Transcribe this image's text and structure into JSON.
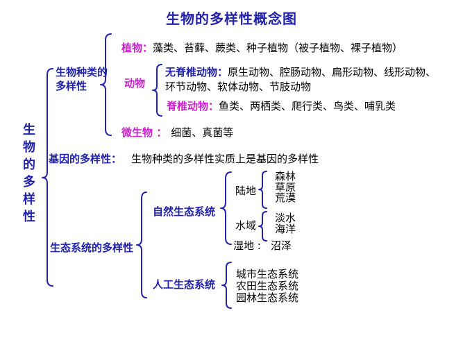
{
  "title": "生物的多样性概念图",
  "colors": {
    "label_blue": "#2222aa",
    "label_magenta": "#cc22cc",
    "content_black": "#000000"
  },
  "root_label": "生物的多样性",
  "branches": {
    "species": {
      "label_line1": "生物种类的",
      "label_line2": "多样性",
      "plants": {
        "label": "植物：",
        "content": "藻类、苔藓、蕨类、种子植物（被子植物、裸子植物）"
      },
      "animals": {
        "label": "动物",
        "invertebrates": {
          "label": "无脊椎动物：",
          "content": "原生动物、腔肠动物、扁形动物、线形动物、环节动物、软体动物、节肢动物"
        },
        "vertebrates": {
          "label": "脊椎动物：",
          "content": "鱼类、两栖类、爬行类、鸟类、哺乳类"
        }
      },
      "microbes": {
        "label": "微生物 ：",
        "content": "细菌、真菌等"
      }
    },
    "gene": {
      "label": "基因的多样性：",
      "content": "生物种类的多样性实质上是基因的多样性"
    },
    "ecosystem": {
      "label": "生态系统的多样性",
      "natural": {
        "label": "自然生态系统",
        "land": {
          "label": "陆地",
          "items": [
            "森林",
            "草原",
            "荒漠"
          ]
        },
        "water": {
          "label": "水域",
          "items": [
            "淡水",
            "海洋"
          ]
        },
        "wetland": {
          "label": "湿地 :",
          "content": "沼泽"
        }
      },
      "artificial": {
        "label": "人工生态系统",
        "items": [
          "城市生态系统",
          "农田生态系统",
          "园林生态系统"
        ]
      }
    }
  }
}
